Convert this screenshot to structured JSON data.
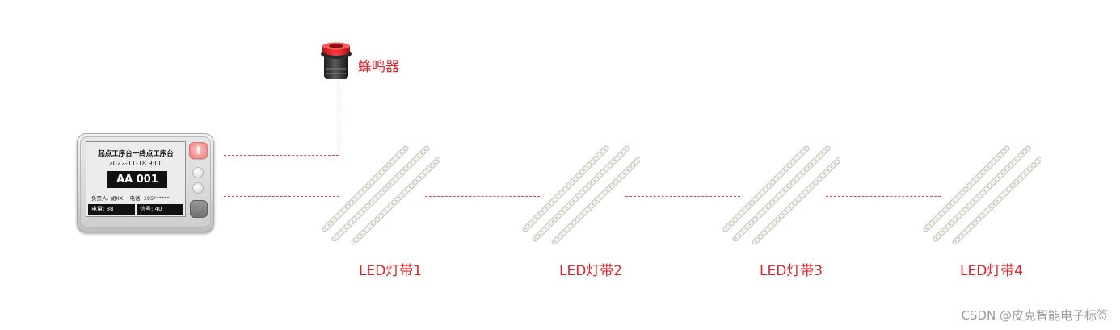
{
  "device": {
    "screen": {
      "title": "起点工序台一终点工序台",
      "date": "2022-11-18 9:00",
      "code": "AA 001",
      "person_label": "负责人: 胡XX",
      "phone_label": "电话: 195******",
      "battery": "电量: 88",
      "signal": "信号: 40"
    }
  },
  "buzzer": {
    "label": "蜂鸣器"
  },
  "led_strips": [
    {
      "label": "LED灯带1"
    },
    {
      "label": "LED灯带2"
    },
    {
      "label": "LED灯带3"
    },
    {
      "label": "LED灯带4"
    }
  ],
  "watermark": "CSDN @皮克智能电子标签",
  "colors": {
    "connector": "#e8464a",
    "label": "#e8202a",
    "buzzer_ring": "#e21b22"
  }
}
